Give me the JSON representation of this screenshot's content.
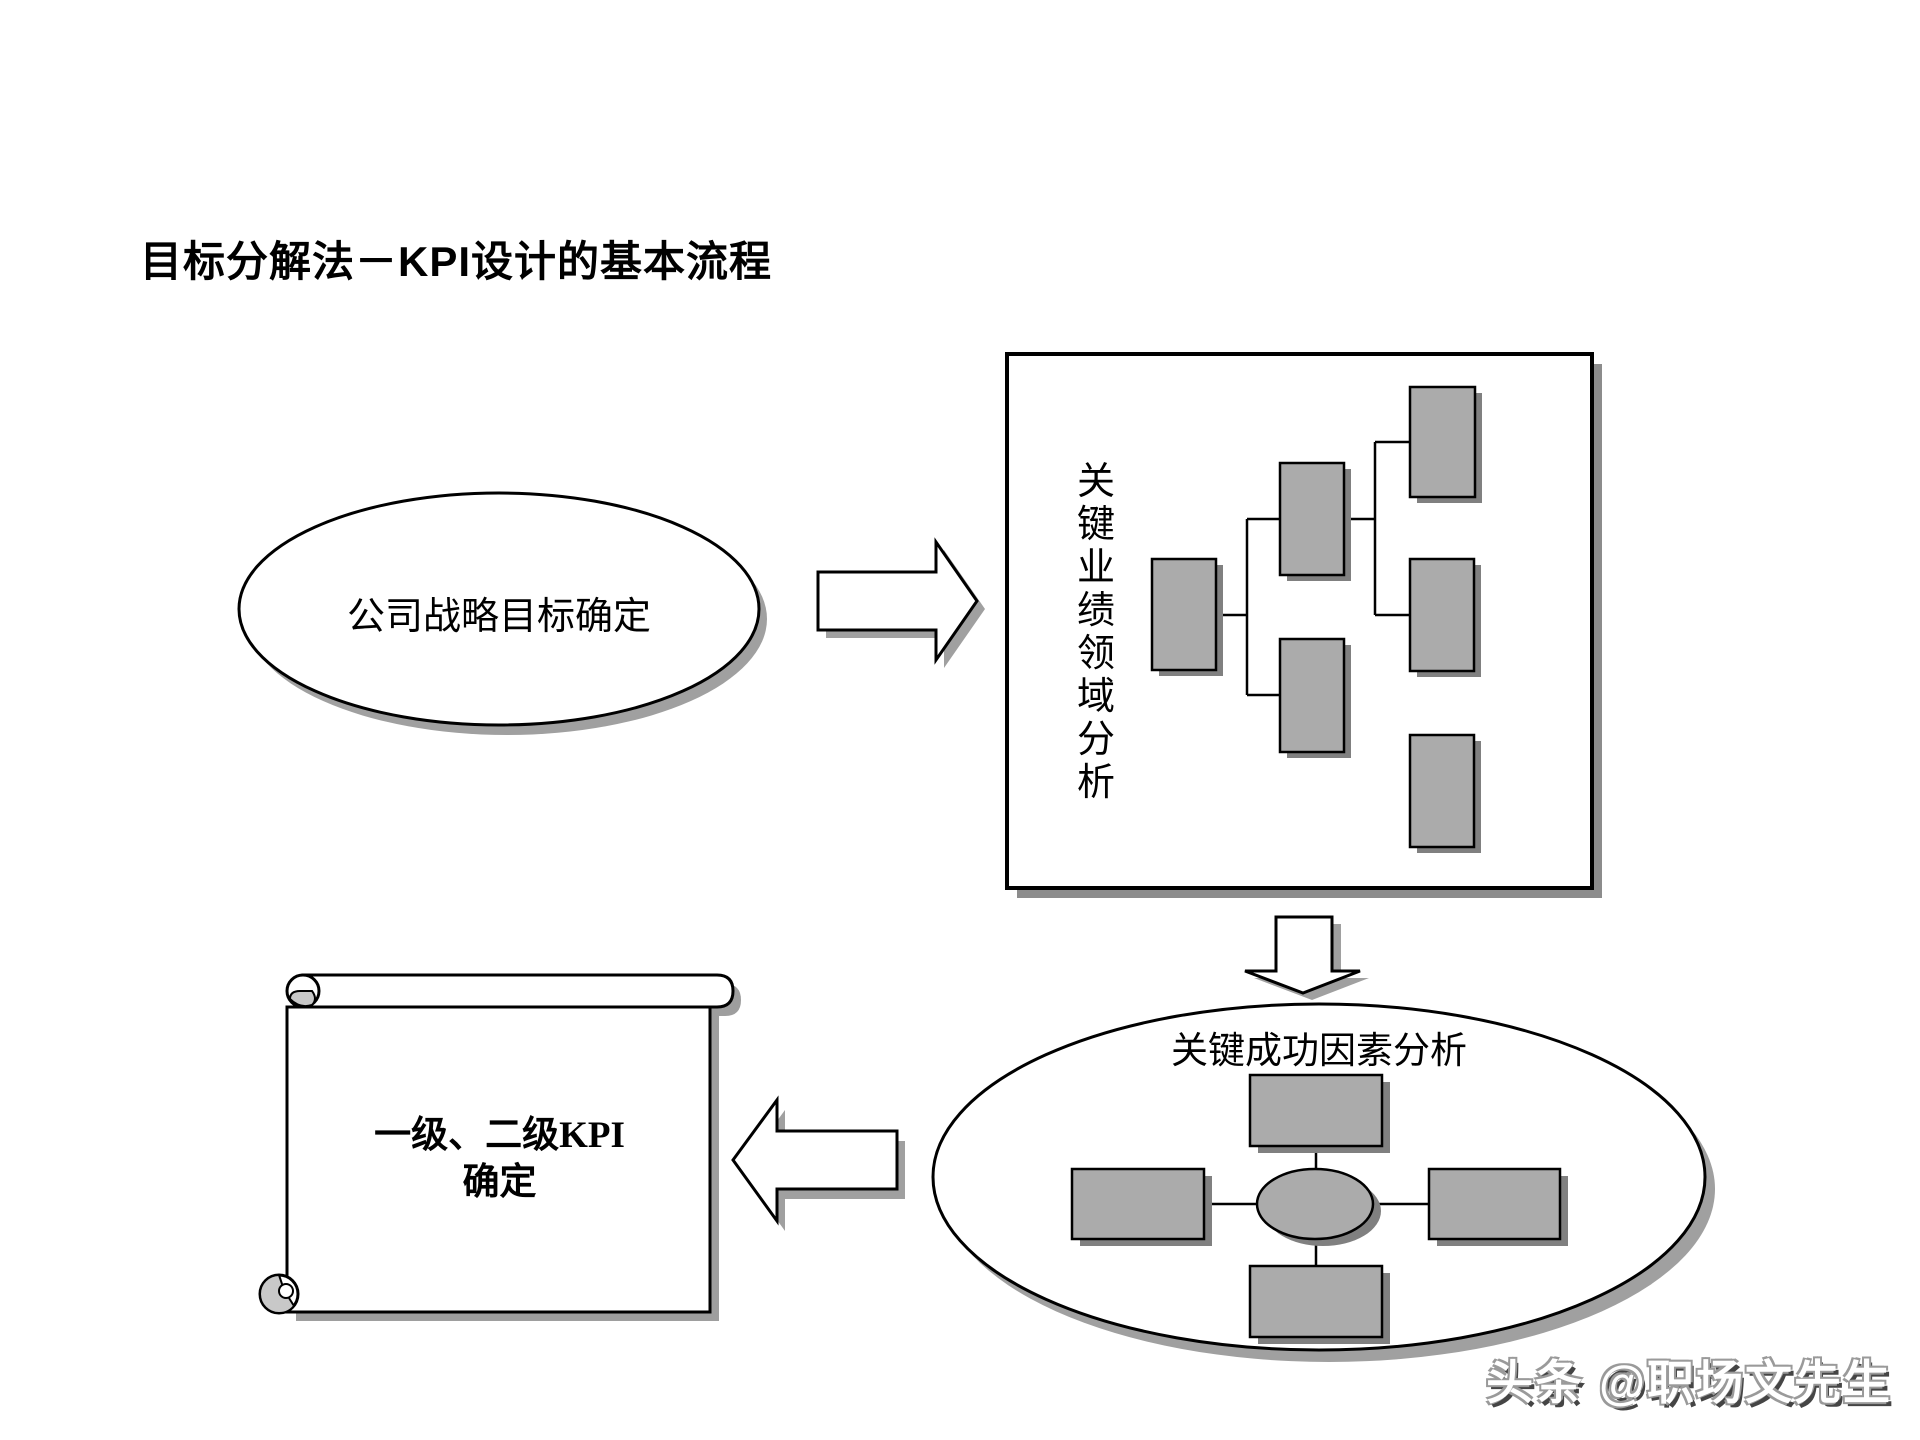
{
  "title": "目标分解法－KPI设计的基本流程",
  "nodes": {
    "strategy": {
      "label": "公司战略目标确定",
      "shape": "ellipse"
    },
    "kpa": {
      "label": "关键业绩领域分析",
      "shape": "box-with-tree"
    },
    "csf": {
      "label": "关键成功因素分析",
      "shape": "ellipse-hub-spoke"
    },
    "kpi": {
      "label_line1": "一级、二级KPI",
      "label_line2": "确定",
      "shape": "scroll"
    }
  },
  "arrows": [
    {
      "name": "strategy-to-kpa",
      "direction": "right"
    },
    {
      "name": "kpa-to-csf",
      "direction": "down"
    },
    {
      "name": "csf-to-kpi",
      "direction": "left"
    }
  ],
  "watermark": "头条 @职场文先生",
  "colors": {
    "background": "#ffffff",
    "ink": "#000000",
    "node_fill": "#ababab",
    "curl_fill": "#c8c8c8",
    "shadow_dark": "#808080",
    "shadow_light": "#a0a0a0"
  }
}
